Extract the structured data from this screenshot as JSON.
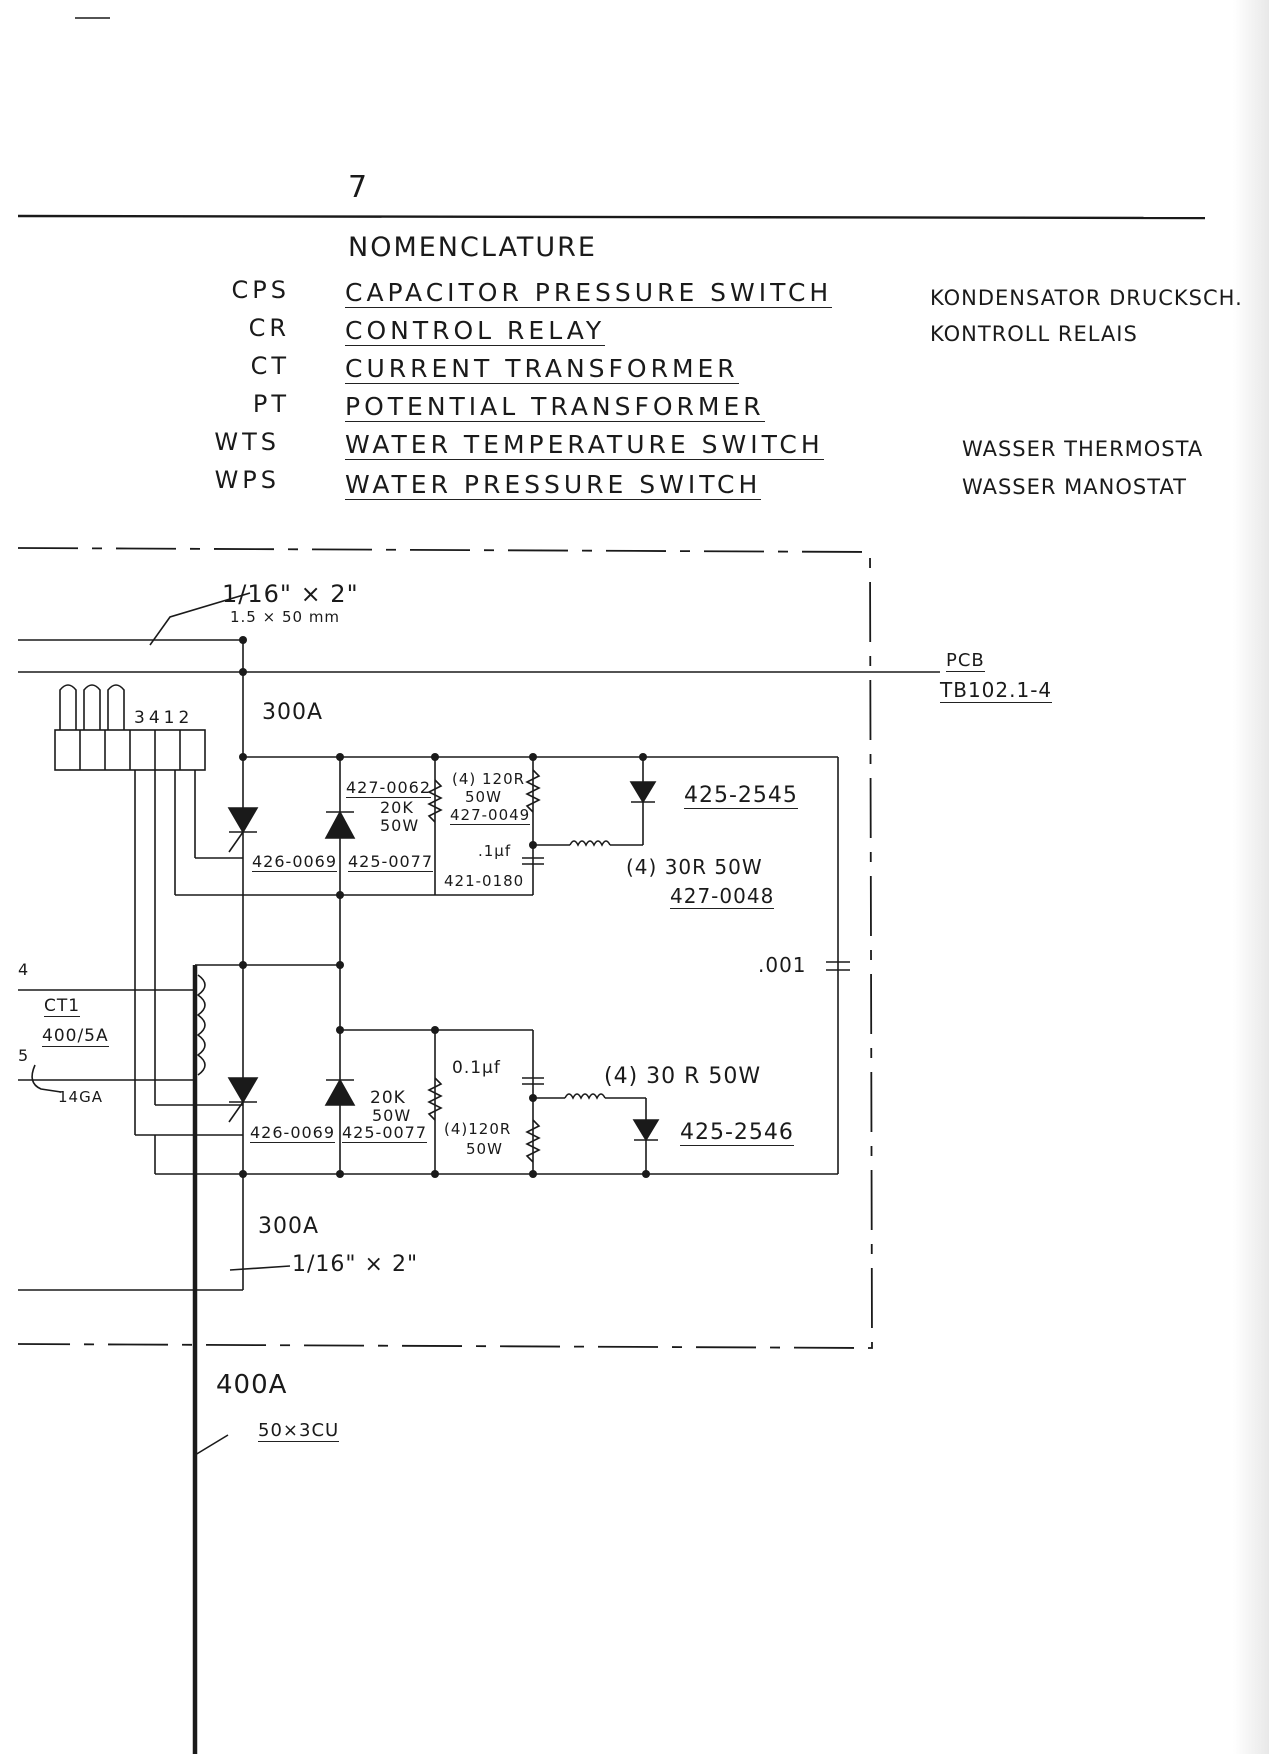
{
  "page": {
    "number": "7",
    "heading": "NOMENCLATURE"
  },
  "nomenclature": [
    {
      "abbr": "CPS",
      "english": "CAPACITOR PRESSURE SWITCH",
      "german": "KONDENSATOR DRUCKSCH."
    },
    {
      "abbr": "CR",
      "english": "CONTROL RELAY",
      "german": "KONTROLL RELAIS"
    },
    {
      "abbr": "CT",
      "english": "CURRENT TRANSFORMER",
      "german": ""
    },
    {
      "abbr": "PT",
      "english": "POTENTIAL TRANSFORMER",
      "german": ""
    },
    {
      "abbr": "WTS",
      "english": "WATER TEMPERATURE SWITCH",
      "german": "WASSER THERMOSTA"
    },
    {
      "abbr": "WPS",
      "english": "WATER PRESSURE SWITCH",
      "german": "WASSER MANOSTAT"
    }
  ],
  "schematic": {
    "busbar_top": {
      "size_in": "1/16\" × 2\"",
      "size_mm": "1.5 × 50 mm"
    },
    "pcb": {
      "label": "PCB",
      "terminal": "TB102.1-4"
    },
    "terminal_numbers": "3412",
    "current_top": "300A",
    "current_bottom": "300A",
    "busbar_bottom": "1/16\" × 2\"",
    "main_current": "400A",
    "main_busbar": "50×3CU",
    "capacitor_main": ".001",
    "ct": {
      "name": "CT1",
      "ratio": "400/5A",
      "wire": "14GA",
      "terminals": [
        "4",
        "5"
      ]
    },
    "upper_group": {
      "thyristor": "426-0069",
      "diode": "425-0077",
      "resistor_label": "427-0062",
      "resistor_value": "20K",
      "resistor_power": "50W",
      "snubber_res": "(4) 120R",
      "snubber_res_power": "50W",
      "snubber_res_part": "427-0049",
      "snubber_cap": ".1µf",
      "snubber_cap_part": "421-0180",
      "diode_right": "425-2545",
      "load_res": "(4) 30R 50W",
      "load_res_part": "427-0048"
    },
    "lower_group": {
      "thyristor": "426-0069",
      "diode": "425-0077",
      "resistor_value": "20K",
      "resistor_power": "50W",
      "snubber_res": "(4)120R",
      "snubber_res_power": "50W",
      "snubber_cap": "0.1µf",
      "load_res": "(4) 30 R 50W",
      "diode_right": "425-2546"
    }
  }
}
